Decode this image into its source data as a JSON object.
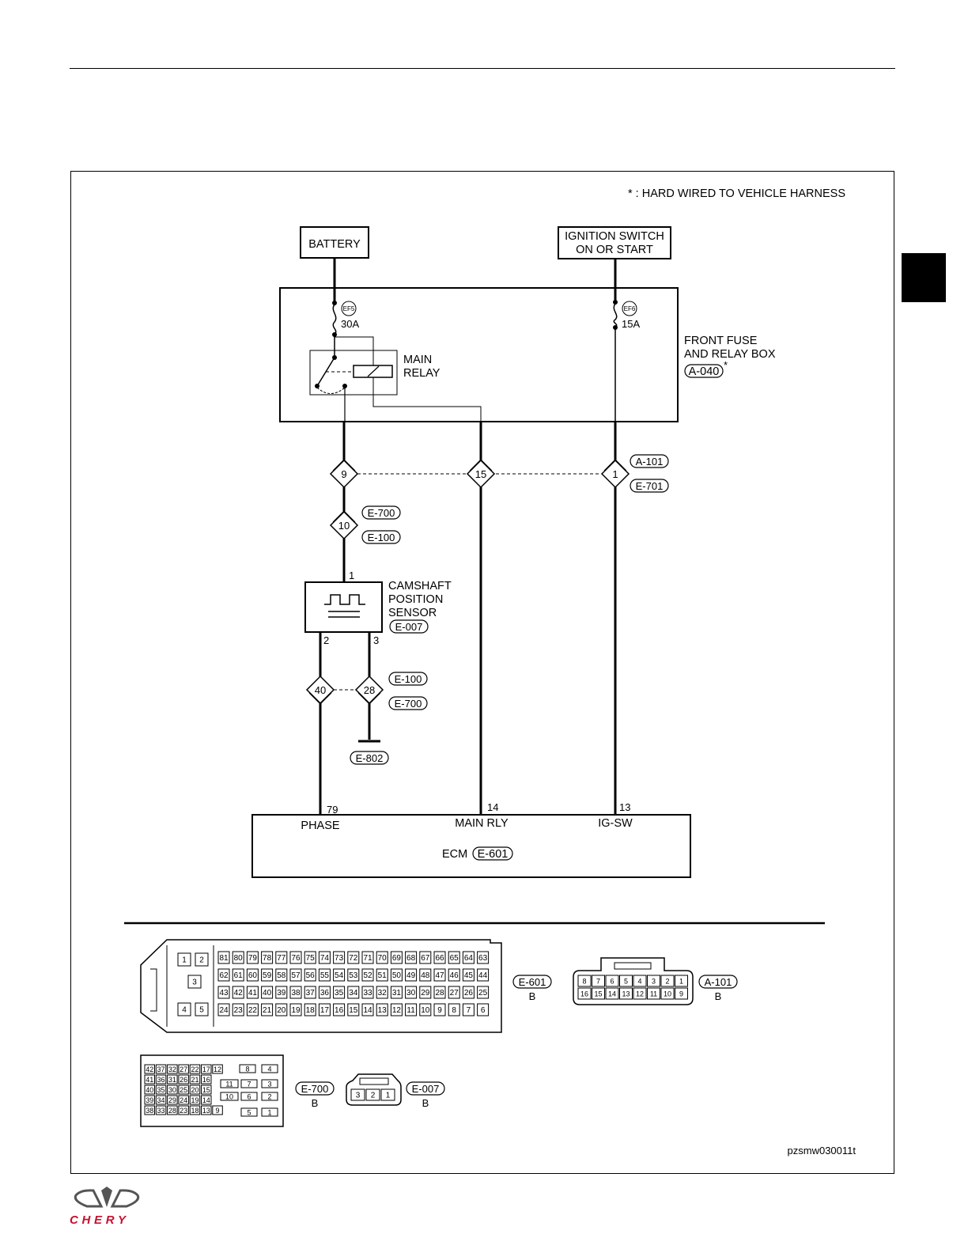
{
  "note": "* : HARD WIRED TO VEHICLE HARNESS",
  "battery_label": "BATTERY",
  "ignition_label_1": "IGNITION SWITCH",
  "ignition_label_2": "ON OR START",
  "fuse_box": {
    "label_1": "FRONT FUSE",
    "label_2": "AND RELAY BOX",
    "connector": "A-040",
    "star": "*"
  },
  "fuse_left": {
    "tag": "EF5",
    "rating": "30A"
  },
  "fuse_right": {
    "tag": "EF6",
    "rating": "15A"
  },
  "relay": {
    "label_1": "MAIN",
    "label_2": "RELAY"
  },
  "splices": {
    "s9": "9",
    "s15": "15",
    "s1": "1",
    "s10": "10",
    "s40": "40",
    "s28": "28"
  },
  "connectors": {
    "a101": "A-101",
    "e701": "E-701",
    "e700a": "E-700",
    "e100a": "E-100",
    "e100b": "E-100",
    "e700b": "E-700",
    "e802": "E-802",
    "e007": "E-007",
    "e601": "E-601"
  },
  "sensor": {
    "label_1": "CAMSHAFT",
    "label_2": "POSITION",
    "label_3": "SENSOR",
    "pin_top": "1",
    "pin_l": "2",
    "pin_r": "3"
  },
  "ecm": {
    "label": "ECM",
    "pins": [
      {
        "num": "79",
        "name": "PHASE"
      },
      {
        "num": "14",
        "name": "MAIN RLY"
      },
      {
        "num": "13",
        "name": "IG-SW"
      }
    ]
  },
  "connector_views": {
    "e601": {
      "id": "E-601",
      "sub": "B",
      "small": [
        "1",
        "2",
        "3",
        "4",
        "5"
      ],
      "rows": [
        [
          "81",
          "80",
          "79",
          "78",
          "77",
          "76",
          "75",
          "74",
          "73",
          "72",
          "71",
          "70",
          "69",
          "68",
          "67",
          "66",
          "65",
          "64",
          "63"
        ],
        [
          "62",
          "61",
          "60",
          "59",
          "58",
          "57",
          "56",
          "55",
          "54",
          "53",
          "52",
          "51",
          "50",
          "49",
          "48",
          "47",
          "46",
          "45",
          "44"
        ],
        [
          "43",
          "42",
          "41",
          "40",
          "39",
          "38",
          "37",
          "36",
          "35",
          "34",
          "33",
          "32",
          "31",
          "30",
          "29",
          "28",
          "27",
          "26",
          "25"
        ],
        [
          "24",
          "23",
          "22",
          "21",
          "20",
          "19",
          "18",
          "17",
          "16",
          "15",
          "14",
          "13",
          "12",
          "11",
          "10",
          "9",
          "8",
          "7",
          "6"
        ]
      ]
    },
    "a101": {
      "id": "A-101",
      "sub": "B",
      "rows": [
        [
          "8",
          "7",
          "6",
          "5",
          "4",
          "3",
          "2",
          "1"
        ],
        [
          "16",
          "15",
          "14",
          "13",
          "12",
          "11",
          "10",
          "9"
        ]
      ]
    },
    "e700": {
      "id": "E-700",
      "sub": "B",
      "rows": [
        [
          "42",
          "37",
          "32",
          "27",
          "22",
          "17",
          "12"
        ],
        [
          "41",
          "36",
          "31",
          "26",
          "21",
          "16"
        ],
        [
          "40",
          "35",
          "30",
          "25",
          "20",
          "15"
        ],
        [
          "39",
          "34",
          "29",
          "24",
          "19",
          "14"
        ],
        [
          "38",
          "33",
          "28",
          "23",
          "18",
          "13",
          "9"
        ]
      ],
      "right": [
        "8",
        "4",
        "11",
        "7",
        "3",
        "10",
        "6",
        "2",
        "5",
        "1"
      ]
    },
    "e007": {
      "id": "E-007",
      "sub": "B",
      "pins": [
        "3",
        "2",
        "1"
      ]
    }
  },
  "figure_id": "pzsmw030011t",
  "logo_text": "CHERY"
}
